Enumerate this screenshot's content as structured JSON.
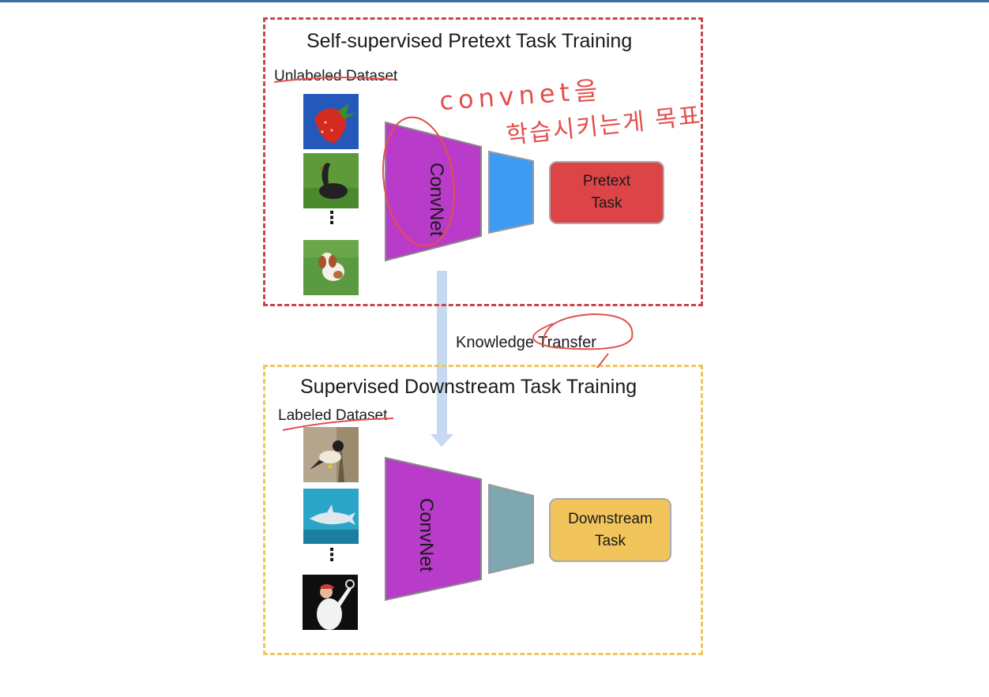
{
  "pretext_section": {
    "title": "Self-supervised Pretext Task Training",
    "dataset_label": "Unlabeled Dataset",
    "network_label": "ConvNet",
    "task_line1": "Pretext",
    "task_line2": "Task"
  },
  "transfer_label": "Knowledge Transfer",
  "downstream_section": {
    "title": "Supervised Downstream Task Training",
    "dataset_label": "Labeled Dataset",
    "network_label": "ConvNet",
    "task_line1": "Downstream",
    "task_line2": "Task"
  },
  "handwritten_note": {
    "line1": "convnet을",
    "line2": "학습시키는게 목표"
  },
  "ellipsis": "⋮",
  "colors": {
    "pretext_border": "#c9454a",
    "downstream_border": "#f1c65a",
    "convnet_fill": "#b93bc9",
    "pretext_head": "#3e9bf4",
    "downstream_head": "#7fa7b1",
    "pretext_task": "#dd4447",
    "downstream_task": "#f2c45c",
    "annotation_ink": "#e2504d",
    "transfer_arrow": "#c6d9f0"
  }
}
